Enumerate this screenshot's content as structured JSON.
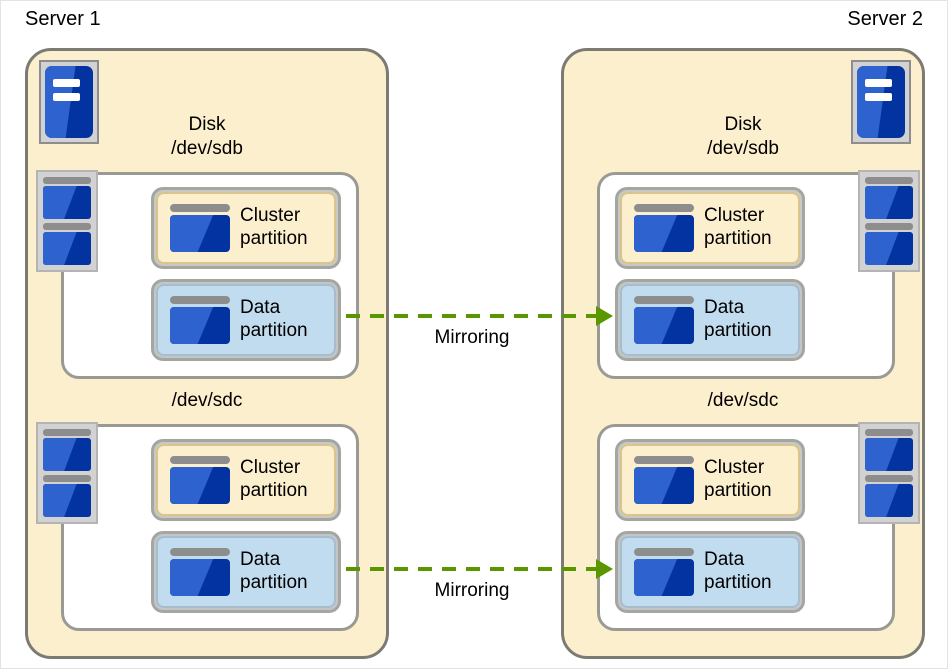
{
  "diagram": {
    "title_left": "Server 1",
    "title_right": "Server 2",
    "colors": {
      "server_fill": "#fcefcd",
      "server_border": "#7b7b74",
      "white_box": "#ffffff",
      "cluster_fill": "#fcefcd",
      "data_fill": "#c2dcef",
      "icon_blue_light": "#2e62ce",
      "icon_blue_dark": "#0333a0",
      "icon_gray": "#8d8d8d",
      "mirror_green": "#5a9600"
    }
  },
  "servers": [
    {
      "name": "Server 1",
      "icon": "server-icon",
      "icon_side": "left",
      "disks": [
        {
          "label_line1": "Disk",
          "label_line2": "/dev/sdb",
          "icon": "disk-icon",
          "partitions": [
            {
              "line1": "Cluster",
              "line2": "partition",
              "kind": "cluster",
              "icon": "partition-icon"
            },
            {
              "line1": "Data",
              "line2": "partition",
              "kind": "data",
              "icon": "partition-icon"
            }
          ]
        },
        {
          "label_line1": "",
          "label_line2": "/dev/sdc",
          "icon": "disk-icon",
          "partitions": [
            {
              "line1": "Cluster",
              "line2": "partition",
              "kind": "cluster",
              "icon": "partition-icon"
            },
            {
              "line1": "Data",
              "line2": "partition",
              "kind": "data",
              "icon": "partition-icon"
            }
          ]
        }
      ]
    },
    {
      "name": "Server 2",
      "icon": "server-icon",
      "icon_side": "right",
      "disks": [
        {
          "label_line1": "Disk",
          "label_line2": "/dev/sdb",
          "icon": "disk-icon",
          "partitions": [
            {
              "line1": "Cluster",
              "line2": "partition",
              "kind": "cluster",
              "icon": "partition-icon"
            },
            {
              "line1": "Data",
              "line2": "partition",
              "kind": "data",
              "icon": "partition-icon"
            }
          ]
        },
        {
          "label_line1": "",
          "label_line2": "/dev/sdc",
          "icon": "disk-icon",
          "partitions": [
            {
              "line1": "Cluster",
              "line2": "partition",
              "kind": "cluster",
              "icon": "partition-icon"
            },
            {
              "line1": "Data",
              "line2": "partition",
              "kind": "data",
              "icon": "partition-icon"
            }
          ]
        }
      ]
    }
  ],
  "connections": [
    {
      "label": "Mirroring",
      "from": "server1-sdb-data-partition",
      "to": "server2-sdb-data-partition",
      "style": "dashed-arrow",
      "direction": "right"
    },
    {
      "label": "Mirroring",
      "from": "server1-sdc-data-partition",
      "to": "server2-sdc-data-partition",
      "style": "dashed-arrow",
      "direction": "right"
    }
  ]
}
